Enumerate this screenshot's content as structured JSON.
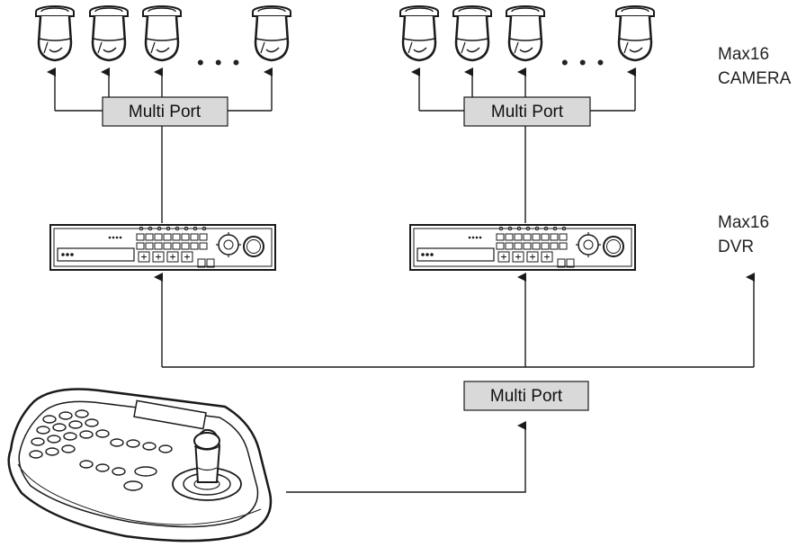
{
  "diagram": {
    "multiport_label": "Multi Port",
    "camera_label_line1": "Max16",
    "camera_label_line2": "CAMERA",
    "dvr_label_line1": "Max16",
    "dvr_label_line2": "DVR",
    "ellipsis": "• • •",
    "colors": {
      "box_fill": "#d9d9d9",
      "line": "#1a1a1a",
      "background": "#ffffff"
    }
  }
}
